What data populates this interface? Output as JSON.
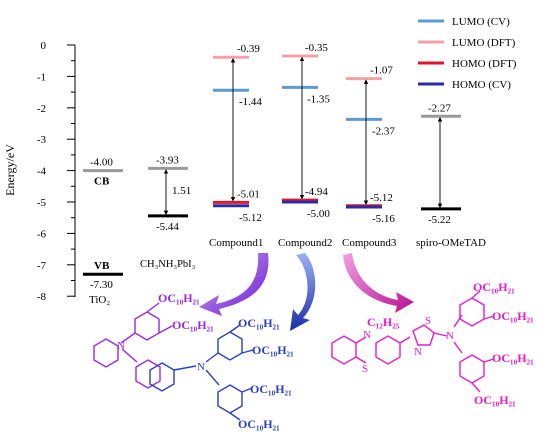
{
  "chart_data": {
    "type": "energy-level-diagram",
    "ylabel": "Energy/eV",
    "ylim": [
      -8,
      0
    ],
    "yticks": [
      "0",
      "-1",
      "-2",
      "-3",
      "-4",
      "-5",
      "-6",
      "-7",
      "-8"
    ],
    "legend": [
      {
        "name": "LUMO (CV)",
        "color": "#5b9bd5"
      },
      {
        "name": "LUMO (DFT)",
        "color": "#f4a0a6"
      },
      {
        "name": "HOMO (DFT)",
        "color": "#e0162b"
      },
      {
        "name": "HOMO (CV)",
        "color": "#2a2aa8"
      }
    ],
    "materials": [
      {
        "name": "TiO₂",
        "cb": -4.0,
        "vb": -7.3,
        "cb_label": "-4.00",
        "vb_label": "-7.30",
        "cb_tag": "CB",
        "vb_tag": "VB"
      },
      {
        "name": "CH₃NH₃PbI₃",
        "cb": -3.93,
        "vb": -5.44,
        "cb_label": "-3.93",
        "vb_label": "-5.44",
        "gap_label": "1.51"
      },
      {
        "name": "Compound1",
        "lumo_dft": -0.39,
        "lumo_cv": -1.44,
        "homo_dft": -5.01,
        "homo_cv": -5.12,
        "labels": [
          "-0.39",
          "-1.44",
          "-5.01",
          "-5.12"
        ]
      },
      {
        "name": "Compound2",
        "lumo_dft": -0.35,
        "lumo_cv": -1.35,
        "homo_dft": -4.94,
        "homo_cv": -5.0,
        "labels": [
          "-0.35",
          "-1.35",
          "-4.94",
          "-5.00"
        ]
      },
      {
        "name": "Compound3",
        "lumo_dft": -1.07,
        "lumo_cv": -2.37,
        "homo_dft": -5.12,
        "homo_cv": -5.16,
        "labels": [
          "-1.07",
          "-2.37",
          "-5.12",
          "-5.16"
        ]
      },
      {
        "name": "spiro-OMeTAD",
        "lumo": -2.27,
        "homo": -5.22,
        "lumo_label": "-2.27",
        "homo_label": "-5.22"
      }
    ]
  },
  "structures": {
    "subst": "OC₁₀H₂₁",
    "alkyl": "C₁₂H₂₅",
    "n": "N",
    "s": "S",
    "colors": {
      "c1": "#9b27e0",
      "c2": "#2a3fbf",
      "c3": "#e61cc8"
    }
  },
  "arrow_colors": [
    "#7a22d6",
    "#1a3fbf",
    "#c2189c"
  ]
}
